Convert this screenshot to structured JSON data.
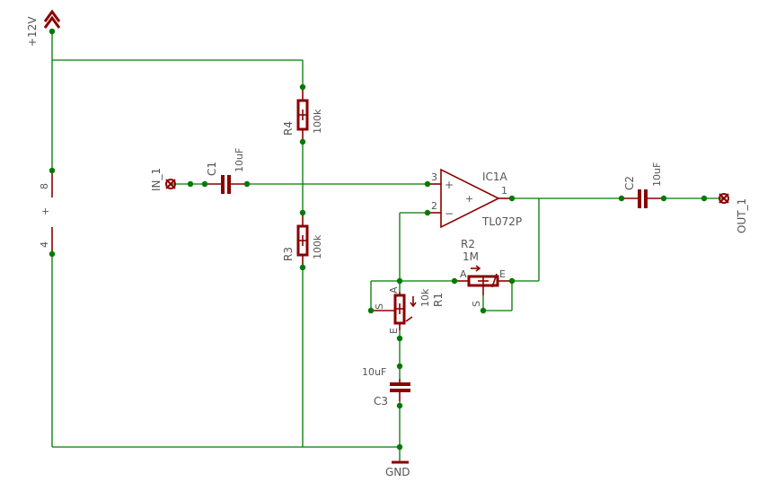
{
  "supply": {
    "label": "+12V"
  },
  "ground": {
    "label": "GND"
  },
  "input": {
    "label": "IN_1"
  },
  "output": {
    "label": "OUT_1"
  },
  "opamp": {
    "name": "IC1A",
    "value": "TL072P",
    "pin_plus": "3",
    "pin_minus": "2",
    "pin_out": "1",
    "plus_sign": "+",
    "minus_sign": "−"
  },
  "power_pins": {
    "pin8": "8",
    "pin4": "4",
    "sign": "+"
  },
  "c1": {
    "name": "C1",
    "value": "10uF"
  },
  "c2": {
    "name": "C2",
    "value": "10uF"
  },
  "c3": {
    "name": "C3",
    "value": "10uF"
  },
  "r1": {
    "name": "R1",
    "value": "10k",
    "pin_a": "A",
    "pin_e": "E",
    "pin_s": "S"
  },
  "r2": {
    "name": "R2",
    "value": "1M",
    "pin_a": "A",
    "pin_e": "E",
    "pin_s": "S"
  },
  "r3": {
    "name": "R3",
    "value": "100k"
  },
  "r4": {
    "name": "R4",
    "value": "100k"
  }
}
